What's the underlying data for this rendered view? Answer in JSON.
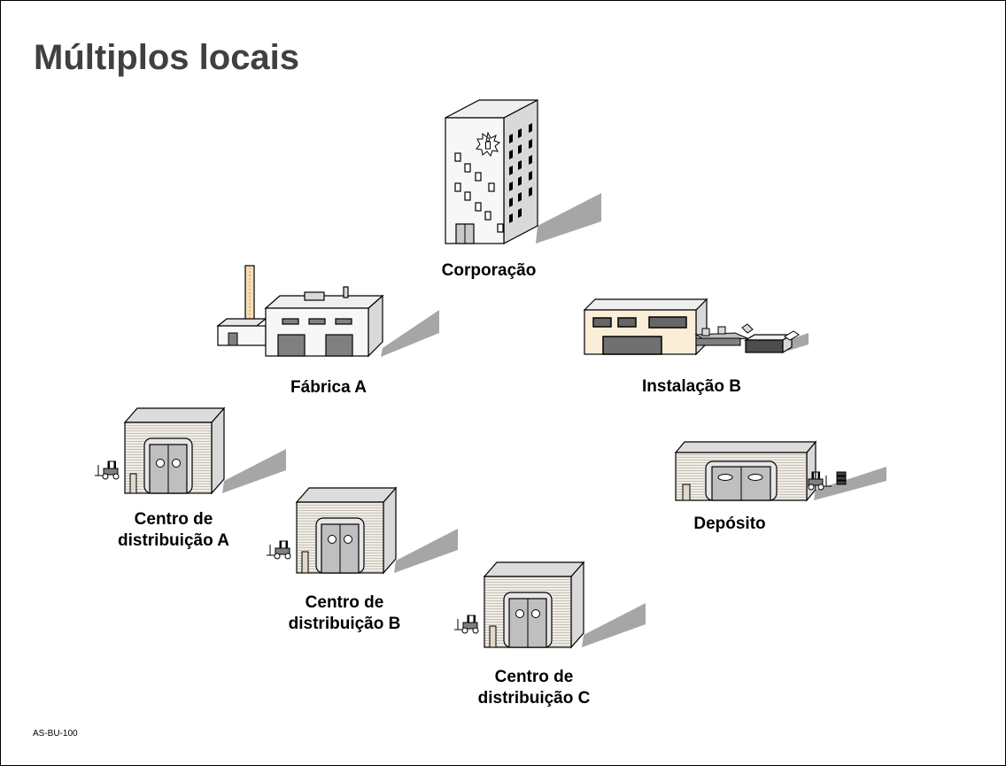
{
  "slide": {
    "title": "Múltiplos locais",
    "footer": "AS-BU-100"
  },
  "sites": {
    "corporation": {
      "label": "Corporação",
      "icon": "office-tower-icon"
    },
    "factory_a": {
      "label": "Fábrica A",
      "icon": "factory-icon"
    },
    "installation_b": {
      "label": "Instalação B",
      "icon": "plant-conveyor-icon"
    },
    "dc_a": {
      "line1": "Centro de",
      "line2": "distribuição A",
      "icon": "distribution-center-icon"
    },
    "dc_b": {
      "line1": "Centro de",
      "line2": "distribuição B",
      "icon": "distribution-center-icon"
    },
    "dc_c": {
      "line1": "Centro de",
      "line2": "distribuição C",
      "icon": "distribution-center-icon"
    },
    "warehouse": {
      "label": "Depósito",
      "icon": "warehouse-icon"
    }
  },
  "colors": {
    "shadow": "#a6a6a6",
    "building_light": "#f7f7f7",
    "building_side": "#d9d9d9",
    "door": "#808080",
    "text": "#000000",
    "title": "#404040"
  }
}
